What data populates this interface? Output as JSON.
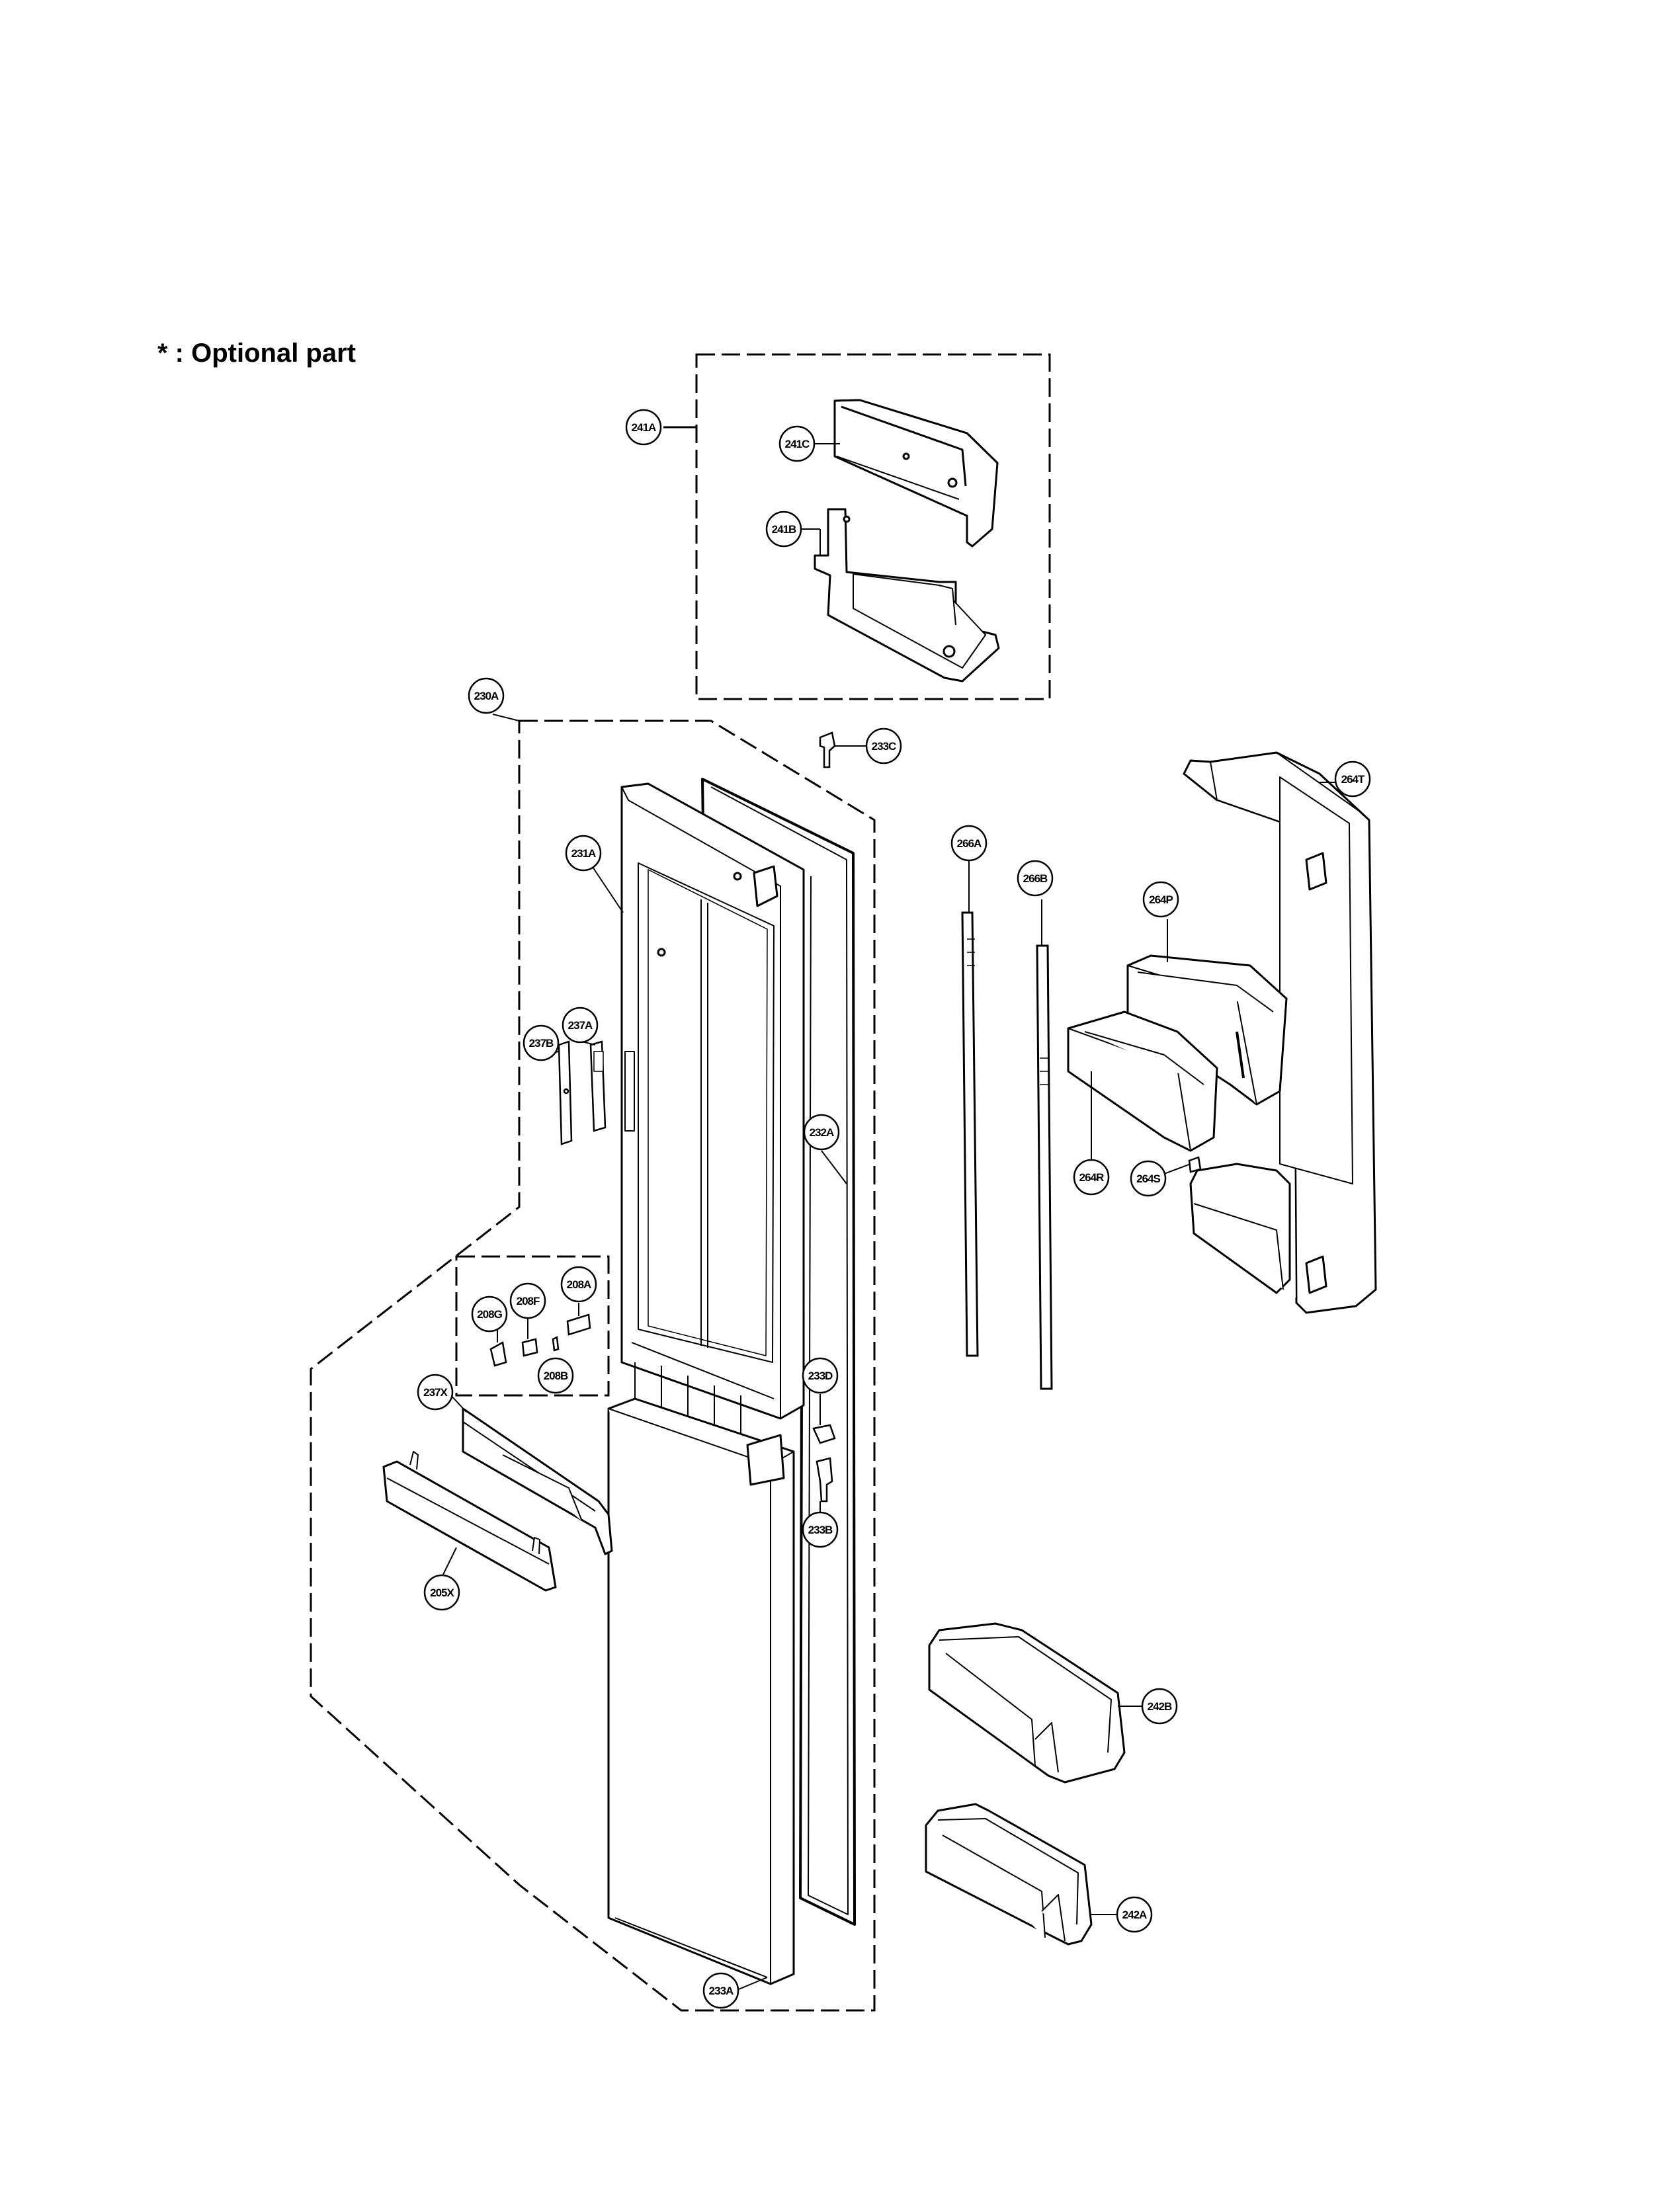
{
  "note": "* : Optional part",
  "callouts": {
    "c241A": "241A",
    "c241C": "241C",
    "c241B": "241B",
    "c230A": "230A",
    "c233C": "233C",
    "c264T": "264T",
    "c231A": "231A",
    "c266A": "266A",
    "c266B": "266B",
    "c264P": "264P",
    "c237A": "237A",
    "c237B": "237B",
    "c232A": "232A",
    "c264R": "264R",
    "c264S": "264S",
    "c208A": "208A",
    "c208F": "208F",
    "c208G": "208G",
    "c208B": "208B",
    "c233D": "233D",
    "c237X": "237X",
    "c233B": "233B",
    "c205X": "205X",
    "c242B": "242B",
    "c242A": "242A",
    "c233A": "233A"
  }
}
